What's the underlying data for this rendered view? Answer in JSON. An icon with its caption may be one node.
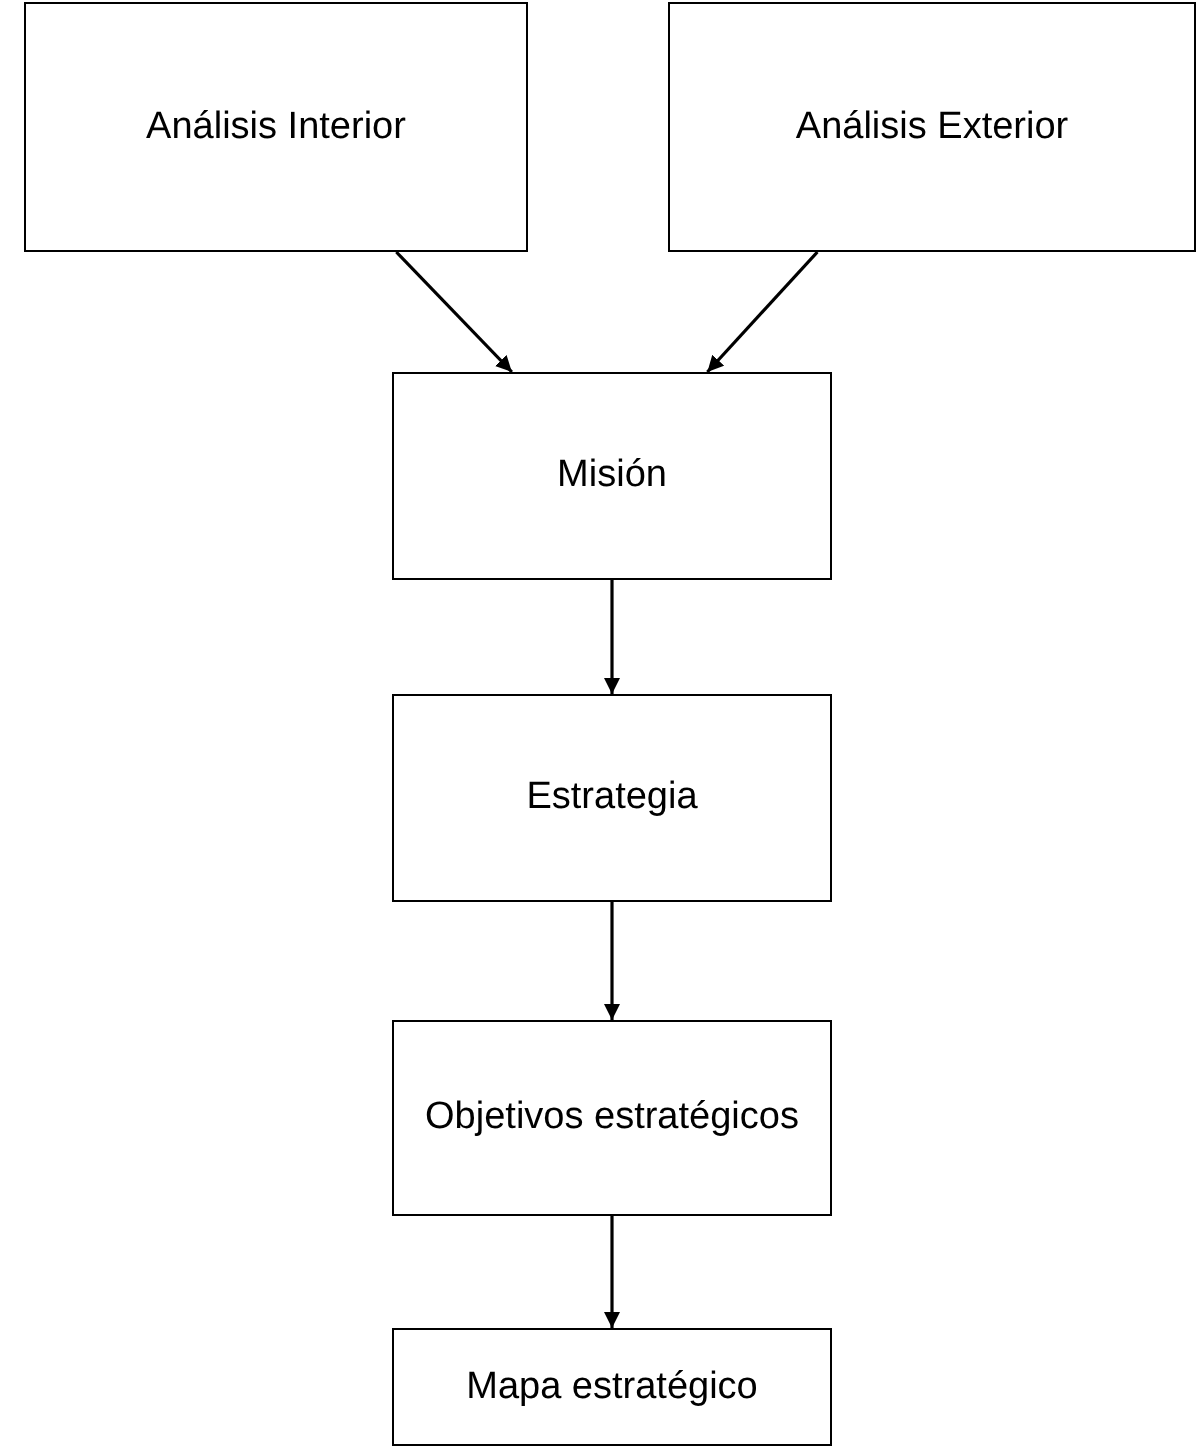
{
  "diagram": {
    "nodes": [
      {
        "text": [
          "Análisis Interior"
        ]
      },
      {
        "text": [
          "Análisis Exterior"
        ]
      },
      {
        "text": [
          "Misión"
        ]
      },
      {
        "text": [
          "Estrategia"
        ]
      },
      {
        "text": [
          "Objetivos estratégicos"
        ]
      },
      {
        "text": [
          "Mapa estratégico"
        ]
      }
    ],
    "edges": [
      {
        "from": 0,
        "to": 2,
        "arrow": "to"
      },
      {
        "from": 1,
        "to": 2,
        "arrow": "to"
      },
      {
        "from": 2,
        "to": 3,
        "arrow": "to"
      },
      {
        "from": 3,
        "to": 4,
        "arrow": "to"
      },
      {
        "from": 4,
        "to": 5,
        "arrow": "to"
      }
    ]
  }
}
